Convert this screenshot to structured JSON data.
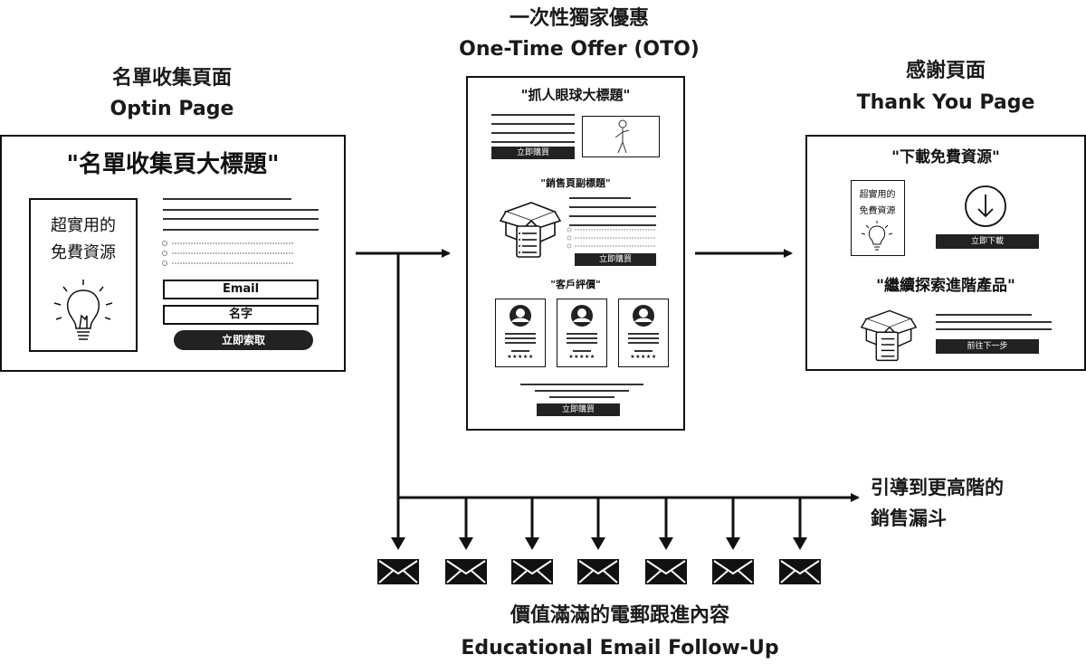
{
  "optin": {
    "title_zh": "名單收集頁面",
    "title_en": "Optin Page",
    "headline": "\"名單收集頁大標題\"",
    "resource_text_1": "超實用的",
    "resource_text_2": "免費資源",
    "email_label": "Email",
    "name_label": "名字",
    "cta_label": "立即索取"
  },
  "oto": {
    "title_zh": "一次性獨家優惠",
    "title_en": "One-Time Offer (OTO)",
    "headline": "\"抓人眼球大標題\"",
    "buy_label_1": "立即購買",
    "subheadline": "\"銷售頁副標題\"",
    "buy_label_2": "立即購買",
    "reviews_heading": "\"客戶評價\"",
    "stars": "★★★★★",
    "buy_label_3": "立即購買"
  },
  "thankyou": {
    "title_zh": "感謝頁面",
    "title_en": "Thank You Page",
    "download_heading": "\"下載免費資源\"",
    "resource_text_1": "超實用的",
    "resource_text_2": "免費資源",
    "download_label": "立即下載",
    "upsell_heading": "\"繼續探索進階產品\"",
    "next_label": "前往下一步"
  },
  "funnel": {
    "label_1": "引導到更高階的",
    "label_2": "銷售漏斗"
  },
  "email_followup": {
    "title_zh": "價值滿滿的電郵跟進內容",
    "title_en": "Educational Email Follow-Up",
    "icon_count": 7
  }
}
